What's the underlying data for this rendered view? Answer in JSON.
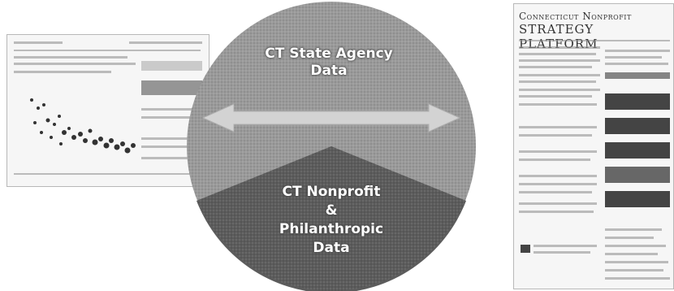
{
  "diagram": {
    "top_label_line1": "CT State Agency",
    "top_label_line2": "Data",
    "bottom_label_line1": "CT Nonprofit &",
    "bottom_label_line2": "Philanthropic",
    "bottom_label_line3": "Data"
  },
  "right_panel": {
    "title_line1": "Connecticut Nonprofit",
    "title_line2": "STRATEGY PLATFORM"
  },
  "colors": {
    "circle_light": "#9a9a9a",
    "circle_dark": "#5c5c5c",
    "arrow": "#cfcfcf",
    "thumb_bg": "#f6f6f6"
  }
}
